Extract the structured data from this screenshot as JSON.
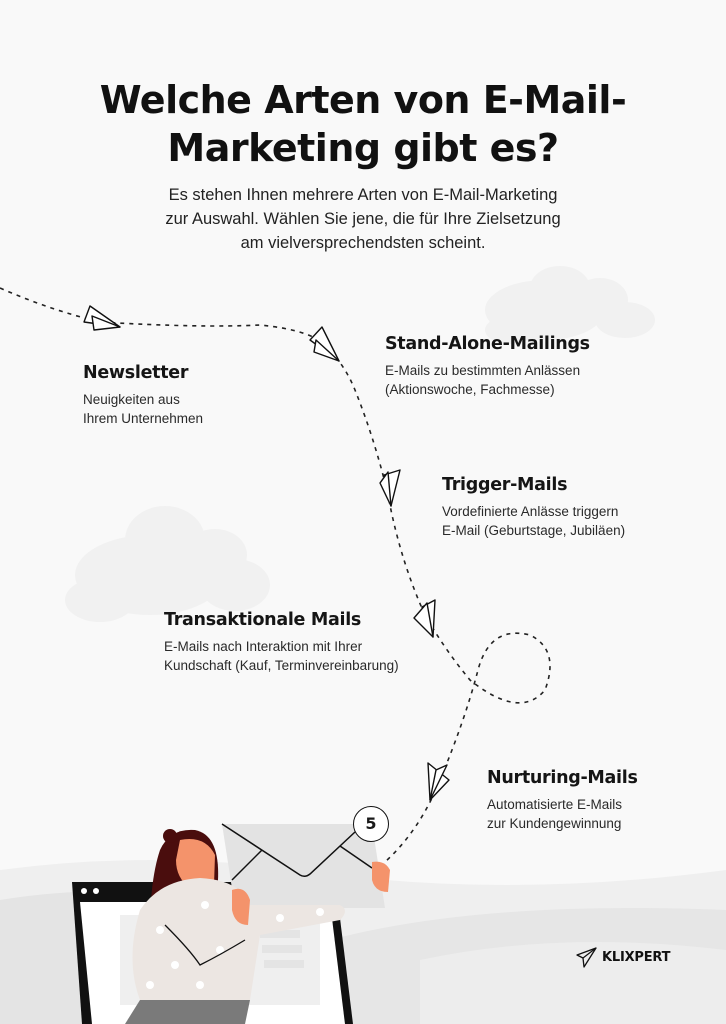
{
  "header": {
    "title_line1": "Welche Arten von E-Mail-",
    "title_line2": "Marketing gibt es?",
    "subtitle_line1": "Es stehen Ihnen mehrere Arten von E-Mail-Marketing",
    "subtitle_line2": "zur Auswahl. Wählen Sie jene, die für Ihre Zielsetzung",
    "subtitle_line3": "am vielversprechendsten scheint."
  },
  "items": [
    {
      "title": "Newsletter",
      "desc_line1": "Neuigkeiten aus",
      "desc_line2": "Ihrem Unternehmen"
    },
    {
      "title": "Stand-Alone-Mailings",
      "desc_line1": "E-Mails zu bestimmten Anlässen",
      "desc_line2": "(Aktionswoche, Fachmesse)"
    },
    {
      "title": "Trigger-Mails",
      "desc_line1": "Vordefinierte Anlässe triggern",
      "desc_line2": "E-Mail (Geburtstage, Jubiläen)"
    },
    {
      "title": "Transaktionale Mails",
      "desc_line1": "E-Mails nach Interaktion mit Ihrer",
      "desc_line2": "Kundschaft (Kauf, Terminvereinbarung)"
    },
    {
      "title": "Nurturing-Mails",
      "desc_line1": "Automatisierte E-Mails",
      "desc_line2": "zur Kundengewinnung"
    }
  ],
  "illustration": {
    "envelope_badge": "5",
    "icons": [
      "paper-plane-icon",
      "envelope-icon",
      "laptop-icon",
      "cloud-icon"
    ]
  },
  "brand": {
    "name": "KLIXPERT"
  },
  "colors": {
    "background": "#f9f9f9",
    "text": "#111111",
    "skin": "#f4936b",
    "hair": "#4a0d0d",
    "sweater": "#ece6e2",
    "envelope": "#e3e3e3"
  }
}
